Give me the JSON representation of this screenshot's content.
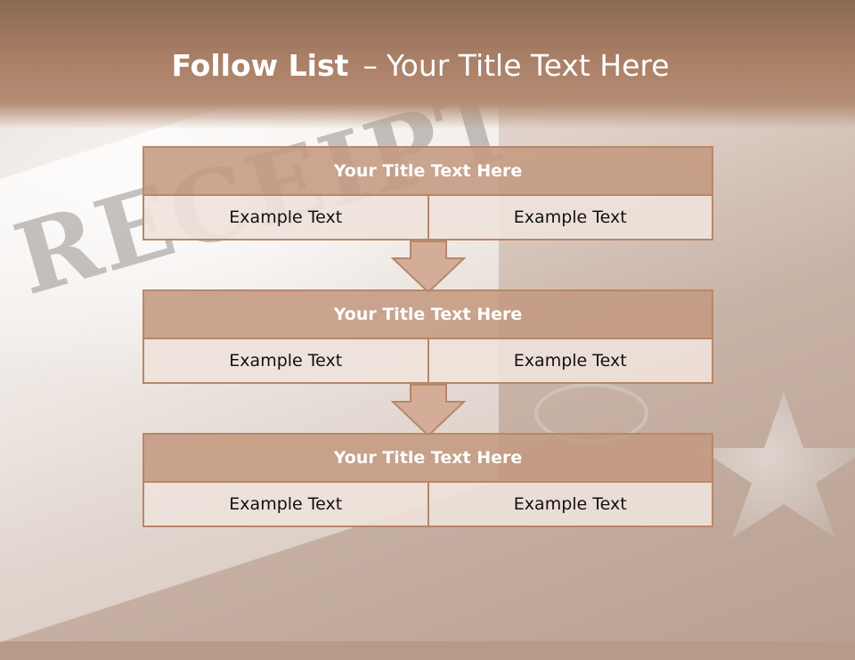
{
  "slide": {
    "title_bold": "Follow List",
    "title_dash": "–",
    "title_rest": "Your Title Text Here"
  },
  "background": {
    "stamp_text": "RECEIPT"
  },
  "blocks": [
    {
      "heading": "Your Title Text Here",
      "cells": [
        "Example Text",
        "Example Text"
      ]
    },
    {
      "heading": "Your Title Text Here",
      "cells": [
        "Example Text",
        "Example Text"
      ]
    },
    {
      "heading": "Your Title Text Here",
      "cells": [
        "Example Text",
        "Example Text"
      ]
    }
  ],
  "colors": {
    "header_band": "#a97f66",
    "block_heading_fill": "#c49a81",
    "block_border": "#b98668",
    "cell_fill": "#eee2dc",
    "arrow_fill": "#d3ad97"
  }
}
